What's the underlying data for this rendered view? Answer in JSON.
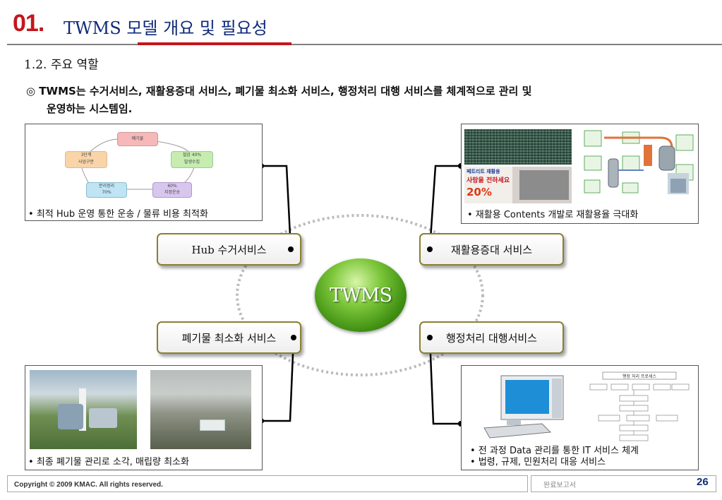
{
  "header": {
    "number": "01.",
    "title": "TWMS 모델 개요 및 필요성"
  },
  "section": {
    "heading": "1.2. 주요 역할"
  },
  "intro": {
    "line1": "◎ TWMS는 수거서비스, 재활용증대 서비스, 폐기물 최소화 서비스, 행정처리 대행 서비스를  체계적으로 관리 및",
    "line2": "운영하는 시스템임."
  },
  "hub": {
    "label": "TWMS"
  },
  "services": {
    "top_left": "Hub 수거서비스",
    "top_right": "재활용증대 서비스",
    "bottom_left": "폐기물 최소화 서비스",
    "bottom_right": "행정처리 대행서비스"
  },
  "panels": {
    "top_left": {
      "caption": "• 최적 Hub 운영 통한 운송 / 물류 비용 최적화",
      "cycle_nodes": [
        {
          "line1": "폐기물",
          "line2": "",
          "color": "#f6b8b8"
        },
        {
          "line1": "절감 40%",
          "line2": "발생수집",
          "color": "#c6ecb0"
        },
        {
          "line1": "60%",
          "line2": "지정운송",
          "color": "#d9c6ee"
        },
        {
          "line1": "분리정리",
          "line2": "70%",
          "color": "#bfe4f4"
        },
        {
          "line1": "3단계",
          "line2": "사업구분",
          "color": "#f9d4a8"
        }
      ]
    },
    "top_right": {
      "caption": "• 재활용 Contents 개발로 재활용율 극대화",
      "poster_line1": "페트리트 재활용",
      "poster_line2": "사랑을 전하세요",
      "poster_percent": "20%"
    },
    "bottom_left": {
      "caption": "• 최종 폐기물 관리로 소각, 매립량 최소화"
    },
    "bottom_right": {
      "caption_line1": "• 전 과정 Data 관리를 통한 IT 서비스 체계",
      "caption_line2": "• 법령, 규제, 민원처리 대응 서비스",
      "flow_title": "행정 처리 프로세스"
    }
  },
  "footer": {
    "copyright": "Copyright © 2009 KMAC. All rights reserved.",
    "doc_label": "완료보고서",
    "page_number": "26"
  },
  "colors": {
    "accent_red": "#c4161c",
    "title_blue": "#0f2a7a",
    "pill_border": "#8a7f32",
    "hub_green": "#4a9e1a",
    "connector": "#000000",
    "ring_dots": "#bbbbbb"
  }
}
